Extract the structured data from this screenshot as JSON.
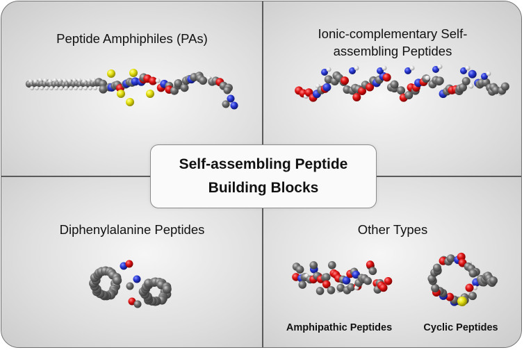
{
  "center": {
    "line1": "Self-assembling Peptide",
    "line2": "Building Blocks"
  },
  "quadrants": {
    "top_left": {
      "title": "Peptide Amphiphiles (PAs)"
    },
    "top_right": {
      "title_line1": "Ionic-complementary Self-",
      "title_line2": "assembling Peptides"
    },
    "bottom_left": {
      "title": "Diphenylalanine Peptides"
    },
    "bottom_right": {
      "title": "Other Types",
      "sub_left": "Amphipathic Peptides",
      "sub_right": "Cyclic Peptides"
    }
  },
  "colors": {
    "carbon": "#6f6f6f",
    "hydrogen": "#e4e4e4",
    "oxygen": "#e01414",
    "nitrogen": "#2a3ad6",
    "sulfur": "#e6e214",
    "divider": "#5a5a5a"
  }
}
